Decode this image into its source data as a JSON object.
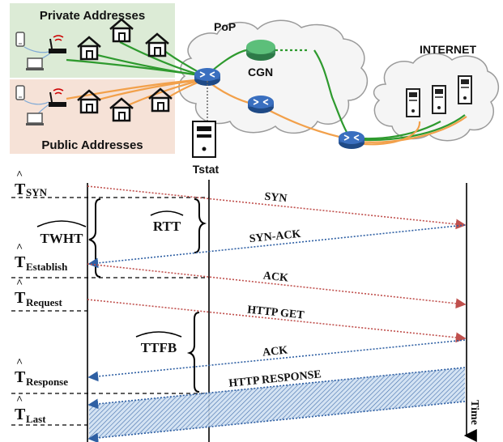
{
  "topology": {
    "private_label": "Private Addresses",
    "public_label": "Public Addresses",
    "pop_label": "PoP",
    "cgn_label": "CGN",
    "internet_label": "INTERNET",
    "tstat_label": "Tstat"
  },
  "timeline": {
    "left_labels": [
      {
        "base": "T",
        "sub": "SYN"
      },
      {
        "base": "T",
        "sub": "Establish"
      },
      {
        "base": "T",
        "sub": "Request"
      },
      {
        "base": "T",
        "sub": "Response"
      },
      {
        "base": "T",
        "sub": "Last"
      }
    ],
    "brace_labels": {
      "twht": "TWHT",
      "rtt": "RTT",
      "ttfb": "TTFB"
    },
    "messages": [
      {
        "text": "SYN",
        "color": "#c0504d"
      },
      {
        "text": "SYN-ACK",
        "color": "#2e5fa3"
      },
      {
        "text": "ACK",
        "color": "#c0504d"
      },
      {
        "text": "HTTP GET",
        "color": "#c0504d"
      },
      {
        "text": "ACK",
        "color": "#2e5fa3"
      },
      {
        "text": "HTTP RESPONSE",
        "color": "#2e5fa3"
      }
    ],
    "time_label": "Time"
  },
  "colors": {
    "private_bg": "#dcebd6",
    "public_bg": "#f6e2d7",
    "router": "#2f5fa8",
    "cgn": "#4aa36a",
    "green_link": "#2e9a2e",
    "orange_link": "#f2a04a",
    "red_arrow": "#c0504d",
    "blue_arrow": "#2e5fa3"
  }
}
